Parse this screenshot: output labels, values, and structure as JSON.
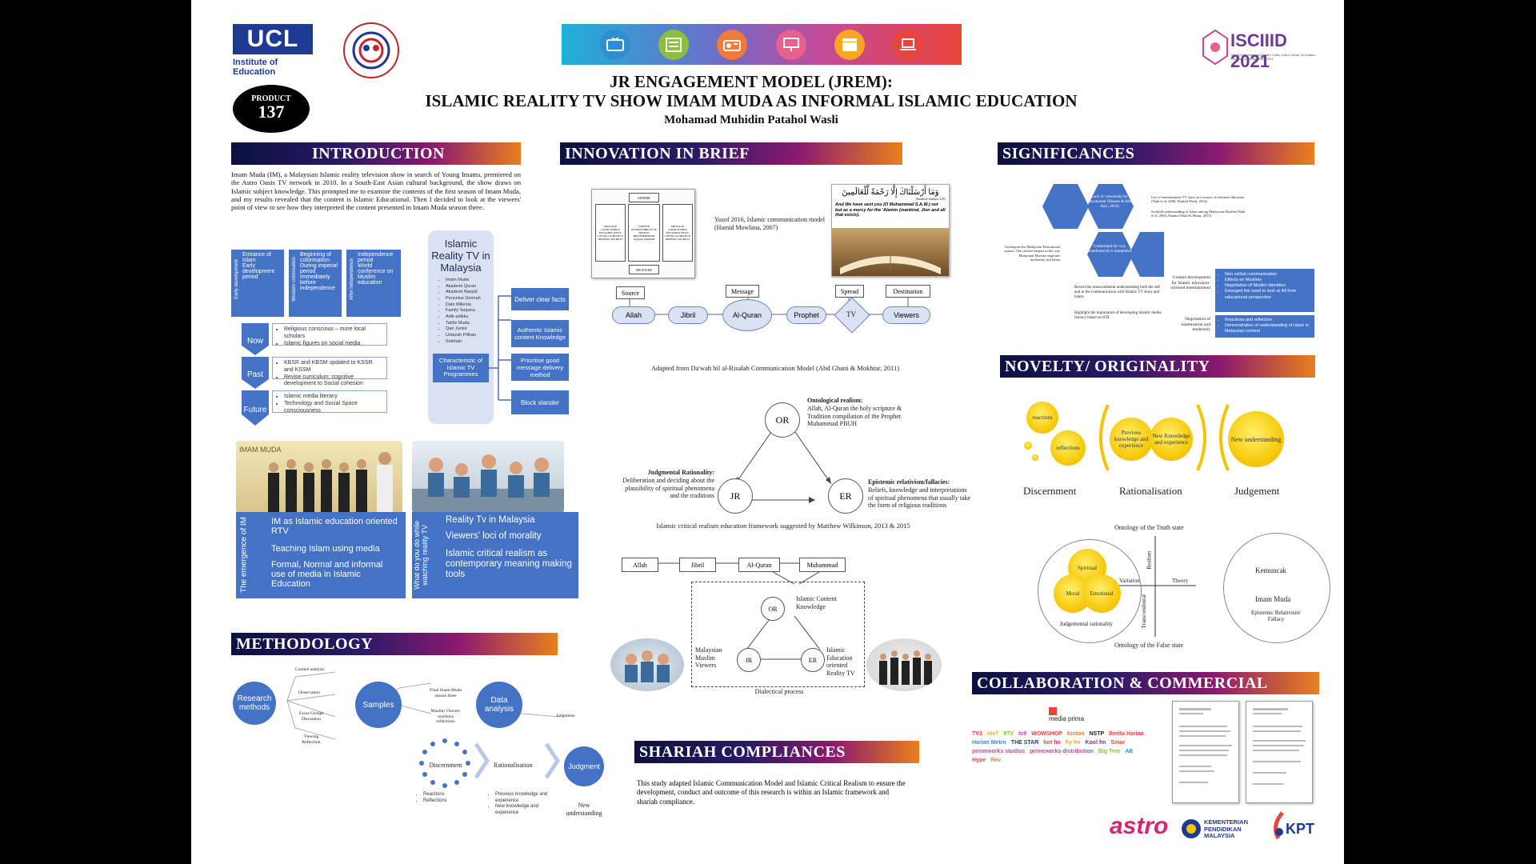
{
  "header": {
    "ucl_name": "UCL",
    "ucl_sub": "Institute of Education",
    "product_label": "PRODUCT",
    "product_number": "137",
    "title_line1": "JR ENGAGEMENT MODEL (JREM):",
    "title_line2": "ISLAMIC REALITY TV SHOW IMAM MUDA AS INFORMAL ISLAMIC EDUCATION",
    "author": "Mohamad Muhidin Patahol Wasli",
    "event_name": "ISCIIID 2021",
    "event_sub": "The 3rd International Muslim Camp Learn: Ideas, Innovation, Invention & Design Expo 2021",
    "colors": {
      "accent_blue": "#4472c4",
      "ucl_blue": "#1f3a93",
      "yellow": "#f5c400"
    },
    "media_icons": [
      {
        "name": "tv-icon",
        "color": "#2f8fce"
      },
      {
        "name": "newspaper-icon",
        "color": "#8cbf3f"
      },
      {
        "name": "radio-icon",
        "color": "#f07a3a"
      },
      {
        "name": "billboard-icon",
        "color": "#e8608e"
      },
      {
        "name": "clapper-icon",
        "color": "#f5a623"
      },
      {
        "name": "laptop-icon",
        "color": "#e8453c"
      }
    ]
  },
  "introduction": {
    "heading": "INTRODUCTION",
    "paragraph": "Imam Muda (IM), a Malaysian Islamic reality television show in search of Young Imams, premiered on the Astro Oasis TV network in 2010. In a South-East Asian cultural background, the show draws on Islamic subject knowledge. This prompted me to examine the contents of the first season of Imam Muda, and my results revealed that the content is Islamic Educational. Then I decided to look at the viewers' point of view to see how they interpreted the content presented in Imam Muda season three.",
    "timeline": [
      {
        "side": "Early development",
        "text": "Entrance of Islam\nEarly development period"
      },
      {
        "side": "Western colonisation",
        "text": "Beginning of colonisation\nDuring imperial period\nImmediately before independence"
      },
      {
        "side": "After independence",
        "text": "Independence period\nWorld conference on Muslim education"
      }
    ],
    "chevrons": [
      {
        "label": "Now",
        "items": [
          "Religious conscious – more local scholars",
          "Islamic figures on social media"
        ]
      },
      {
        "label": "Past",
        "items": [
          "KBSR and KBSM updated to KSSR and KSSM",
          "Revise curriculum: cognitive development to Social cohesion"
        ]
      },
      {
        "label": "Future",
        "items": [
          "Islamic media literacy",
          "Technology and Social Space consciousness"
        ]
      }
    ],
    "rtv_title": "Islamic Reality TV in Malaysia",
    "rtv_list": [
      "Imam Muda",
      "Akademi Quran",
      "Akademi Nasyid",
      "Pencetus Ummah",
      "Dato Millenia",
      "Family Sarjana",
      "Adik-adikku",
      "Tahfiz Muda",
      "Qari Junior",
      "Ustazah Pilihan",
      "Solehah"
    ],
    "characteristic": "Characteristic of Islamic TV Programmes",
    "char_items": [
      "Deliver clear facts",
      "Authentic Islamic content Knowledge",
      "Prioritise good message delivery method",
      "Block slander"
    ],
    "photo_caption": "IMAM MUDA",
    "emergence_side": "The emergence of IM",
    "emergence_items": [
      "IM as Islamic education oriented RTV",
      "Teaching Islam using media",
      "Formal, Normal and informal use of media in Islamic Education"
    ],
    "watching_side": "What do you do while watching reality TV",
    "watching_items": [
      "Reality Tv in Malaysia",
      "Viewers' loci of morality",
      "Islamic critical realism as contemporary meaning making tools"
    ]
  },
  "methodology": {
    "heading": "METHODOLOGY",
    "research_methods": "Research methods",
    "methods": [
      "Content analysis",
      "Observation",
      "Focus Groups Discussion",
      "Viewing Reflection"
    ],
    "samples": "Samples",
    "sample_items": [
      "Final Imam Muda season three",
      "Muslim Viewers reactions reflections"
    ],
    "data_analysis": "Data analysis",
    "judgments": "Judgments",
    "discernment": "Discernment",
    "rationalisation": "Rationalisation",
    "judgment": "Judgment",
    "disc_items": [
      "Reactions",
      "Reflections"
    ],
    "rat_items": [
      "Previous knowledge and experience",
      "New knowledge and experience"
    ],
    "new_understanding": "New understanding"
  },
  "innovation": {
    "heading": "INNOVATION IN BRIEF",
    "diagram_top": "SENDER",
    "diagram_bottom": "RECEIVER",
    "diagram_left": "MESSAGE\nGOOD WORDS RELIABLE NEWS GIVING GUIDANCE KEEPING SECRETS",
    "diagram_center": "UNIFIED RESPONSIBILITY & HUMAN BROTHERHOOD TAQWA UMMAH",
    "diagram_right": "MESSAGE\nGOOD WORDS RELIABLE NEWS GIVING GUIDANCE KEEPING SECRETS",
    "yusof_caption": "Yusof 2016, Islamic communication model (Hamid Mowlana, 2007)",
    "quran_arabic": "وَمَا أَرْسَلْنَاكَ إِلَّا رَحْمَةً لِّلْعَالَمِينَ",
    "quran_ref": "(Surah al-Anbiya: 107)",
    "quran_text": "And We have sent you (O Muhammad S.A.W.) not but as a mercy for the 'Alamin (mankind, Jinn and all that exists).",
    "flow_headers": [
      "Source",
      "Message",
      "Spread",
      "Destination"
    ],
    "flow_nodes": [
      "Allah",
      "Jibril",
      "Al-Quran",
      "Prophet",
      "TV",
      "Viewers"
    ],
    "dawah_caption": "Adapted from Da'wah bil al-Risalah Communication Model (Abd Ghani & Mokhtar, 2011)",
    "or": "OR",
    "jr": "JR",
    "er": "ER",
    "ontological_title": "Ontological realism:",
    "ontological_text": "Allah, Al-Quran the holy scripture & Tradition compilation of the Prophet Muhammad PBUH",
    "judgmental_title": "Judgmental Rationality:",
    "judgmental_text": "Deliberation and deciding about the plausibility of spiritual phenomena and the traditions",
    "epistemic_title": "Epistemic relativism/fallacies:",
    "epistemic_text": "Beliefs, knowledge and interpretations of spiritual phenomena that usually take the form of religious traditions",
    "framework_caption": "Islamic critical realism education framework suggested by Matthew Wilkinson, 2013 & 2015",
    "chain": [
      "Allah",
      "Jibril",
      "Al-Quran",
      "Muhammad"
    ],
    "content_knowledge": "Islamic Content Knowledge",
    "muslim_viewers": "Malaysian Muslim Viewers",
    "ie_rtv": "Islamic Education oriented Reality TV",
    "dialectical": "Dialectical process"
  },
  "shariah": {
    "heading": "SHARIAH COMPLIANCES",
    "text": "This study adapted Islamic Communication Model and Islamic Critical Realism to ensure the development, conduct and outcome of this research is within an Islamic framework and shariah compliance."
  },
  "significances": {
    "heading": "SIGNIFICANCES",
    "hex1": "Lack of viewership for educational (Hassan & Abd Aziz, 2010)",
    "hex2": "Understand the way manifested & is interpreted",
    "hex1_note": "Use of entertainment TV show as a source of informal education (Nabi et al. 2006; Patahol Wasli, 2014)",
    "hex1_note2": "Scaffold understanding of Islam among Malaysian Muslim (Nabi et al. 2003; Patahol Wasli & Husin, 2015)",
    "left_note": "Undergone the Malaysian Educational system. The cultural impact to the way Malaysian Muslim negotiate modernity and Islam",
    "reveal_note": "Reveal the transcendental understanding both the self and in the communication with Islamic TV show and Islam.",
    "highlight_note": "Highlight the importance of developing Islamic media literacy based on ICR.",
    "content_dev": "Content development for Islamic education-oriented entertainment",
    "content_items": [
      "Non verbal communication",
      "Effects on Muslims",
      "Negotiation of Muslim identities",
      "Emerged the need to look at IM from educational perspective"
    ],
    "negotiation": "Negotiation of Islamisation and modernity",
    "neg_items": [
      "Reactions and reflection",
      "Demonstration of understanding of Islam in Malaysian context"
    ]
  },
  "novelty": {
    "heading": "NOVELTY/ ORIGINALITY",
    "bubbles": [
      "reactions",
      "reflections",
      "Previous knowledge and experience",
      "New Knowledge and experience",
      "New understanding"
    ],
    "labels": [
      "Discernment",
      "Rationalisation",
      "Judgement"
    ],
    "truth": "Ontology of the Truth state",
    "false": "Ontology of the False state",
    "realism": "Realism",
    "transcendental": "Transcendental",
    "variation": "Variation",
    "theory": "Theory",
    "venn": [
      "Spiritual",
      "Moral",
      "Emotional"
    ],
    "jr_caption": "Judgemental rationality",
    "right_circle": [
      "Kemuncak",
      "Imam Muda",
      "Epistemic Relativism/ Fallacy"
    ]
  },
  "collaboration": {
    "heading": "COLLABORATION & COMMERCIAL VALUE",
    "media_prima": "media prima",
    "logos": [
      "TV3",
      "ntv7",
      "8TV",
      "tv9",
      "WOWSHOP",
      "tonton",
      "NSTP",
      "Berita Harian",
      "Harian Metro",
      "THE STAR",
      "hot fm",
      "fly fm",
      "Kool fm",
      "Sinar",
      "primeworks studios",
      "primeworks distribution",
      "Big Tree",
      "Alt",
      "Hype",
      "Rev"
    ],
    "astro": "astro",
    "kpm": "KEMENTERIAN PENDIDIKAN MALAYSIA",
    "kpt": "KPT"
  }
}
